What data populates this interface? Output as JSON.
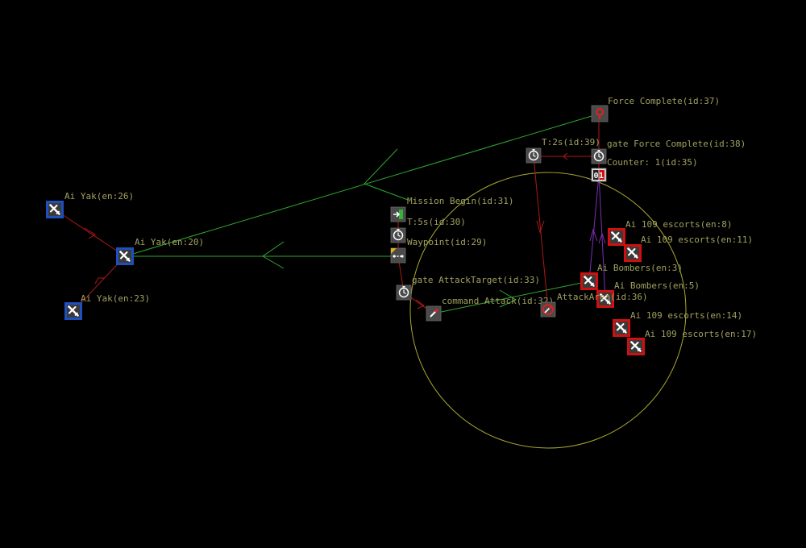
{
  "colors": {
    "background": "#000000",
    "label": "#a0a060",
    "route_green": "#2fa82f",
    "link_red": "#b01818",
    "link_purple": "#7a2fb8",
    "area_circle": "#a8a830",
    "blue_faction": "#1d4fbf",
    "red_faction": "#d01010"
  },
  "units_blue": [
    {
      "id": "yak26",
      "label": "Ai Yak(en:26)",
      "icon": "aircraft-icon"
    },
    {
      "id": "yak20",
      "label": "Ai Yak(en:20)",
      "icon": "aircraft-icon"
    },
    {
      "id": "yak23",
      "label": "Ai Yak(en:23)",
      "icon": "aircraft-icon"
    }
  ],
  "units_red": [
    {
      "id": "esc8",
      "label": "Ai 109 escorts(en:8)",
      "icon": "aircraft-icon"
    },
    {
      "id": "esc11",
      "label": "Ai 109 escorts(en:11)",
      "icon": "aircraft-icon"
    },
    {
      "id": "bomb3",
      "label": "Ai Bombers(en:3)",
      "icon": "aircraft-icon"
    },
    {
      "id": "bomb5",
      "label": "Ai Bombers(en:5)",
      "icon": "aircraft-icon"
    },
    {
      "id": "esc14",
      "label": "Ai 109 escorts(en:14)",
      "icon": "aircraft-icon"
    },
    {
      "id": "esc17",
      "label": "Ai 109 escorts(en:17)",
      "icon": "aircraft-icon"
    }
  ],
  "nodes": {
    "force_complete": {
      "label": "Force Complete(id:37)",
      "icon": "force-complete-icon"
    },
    "timer_2s": {
      "label": "T:2s(id:39)",
      "icon": "timer-icon"
    },
    "gate_force_complete": {
      "label": "gate Force Complete(id:38)",
      "icon": "timer-icon"
    },
    "counter": {
      "label": "Counter: 1(id:35)",
      "icon": "counter-icon",
      "display": "01"
    },
    "mission_begin": {
      "label": "Mission Begin(id:31)",
      "icon": "mission-begin-icon"
    },
    "timer_5s": {
      "label": "T:5s(id:30)",
      "icon": "timer-icon"
    },
    "waypoint": {
      "label": "Waypoint(id:29)",
      "icon": "waypoint-icon"
    },
    "gate_attack_target": {
      "label": "gate AttackTarget(id:33)",
      "icon": "timer-icon"
    },
    "command_attack": {
      "label": "command Attack(id:32)",
      "icon": "command-icon"
    },
    "attack_area": {
      "label": "AttackArea(id:36)",
      "icon": "attack-area-icon"
    }
  }
}
